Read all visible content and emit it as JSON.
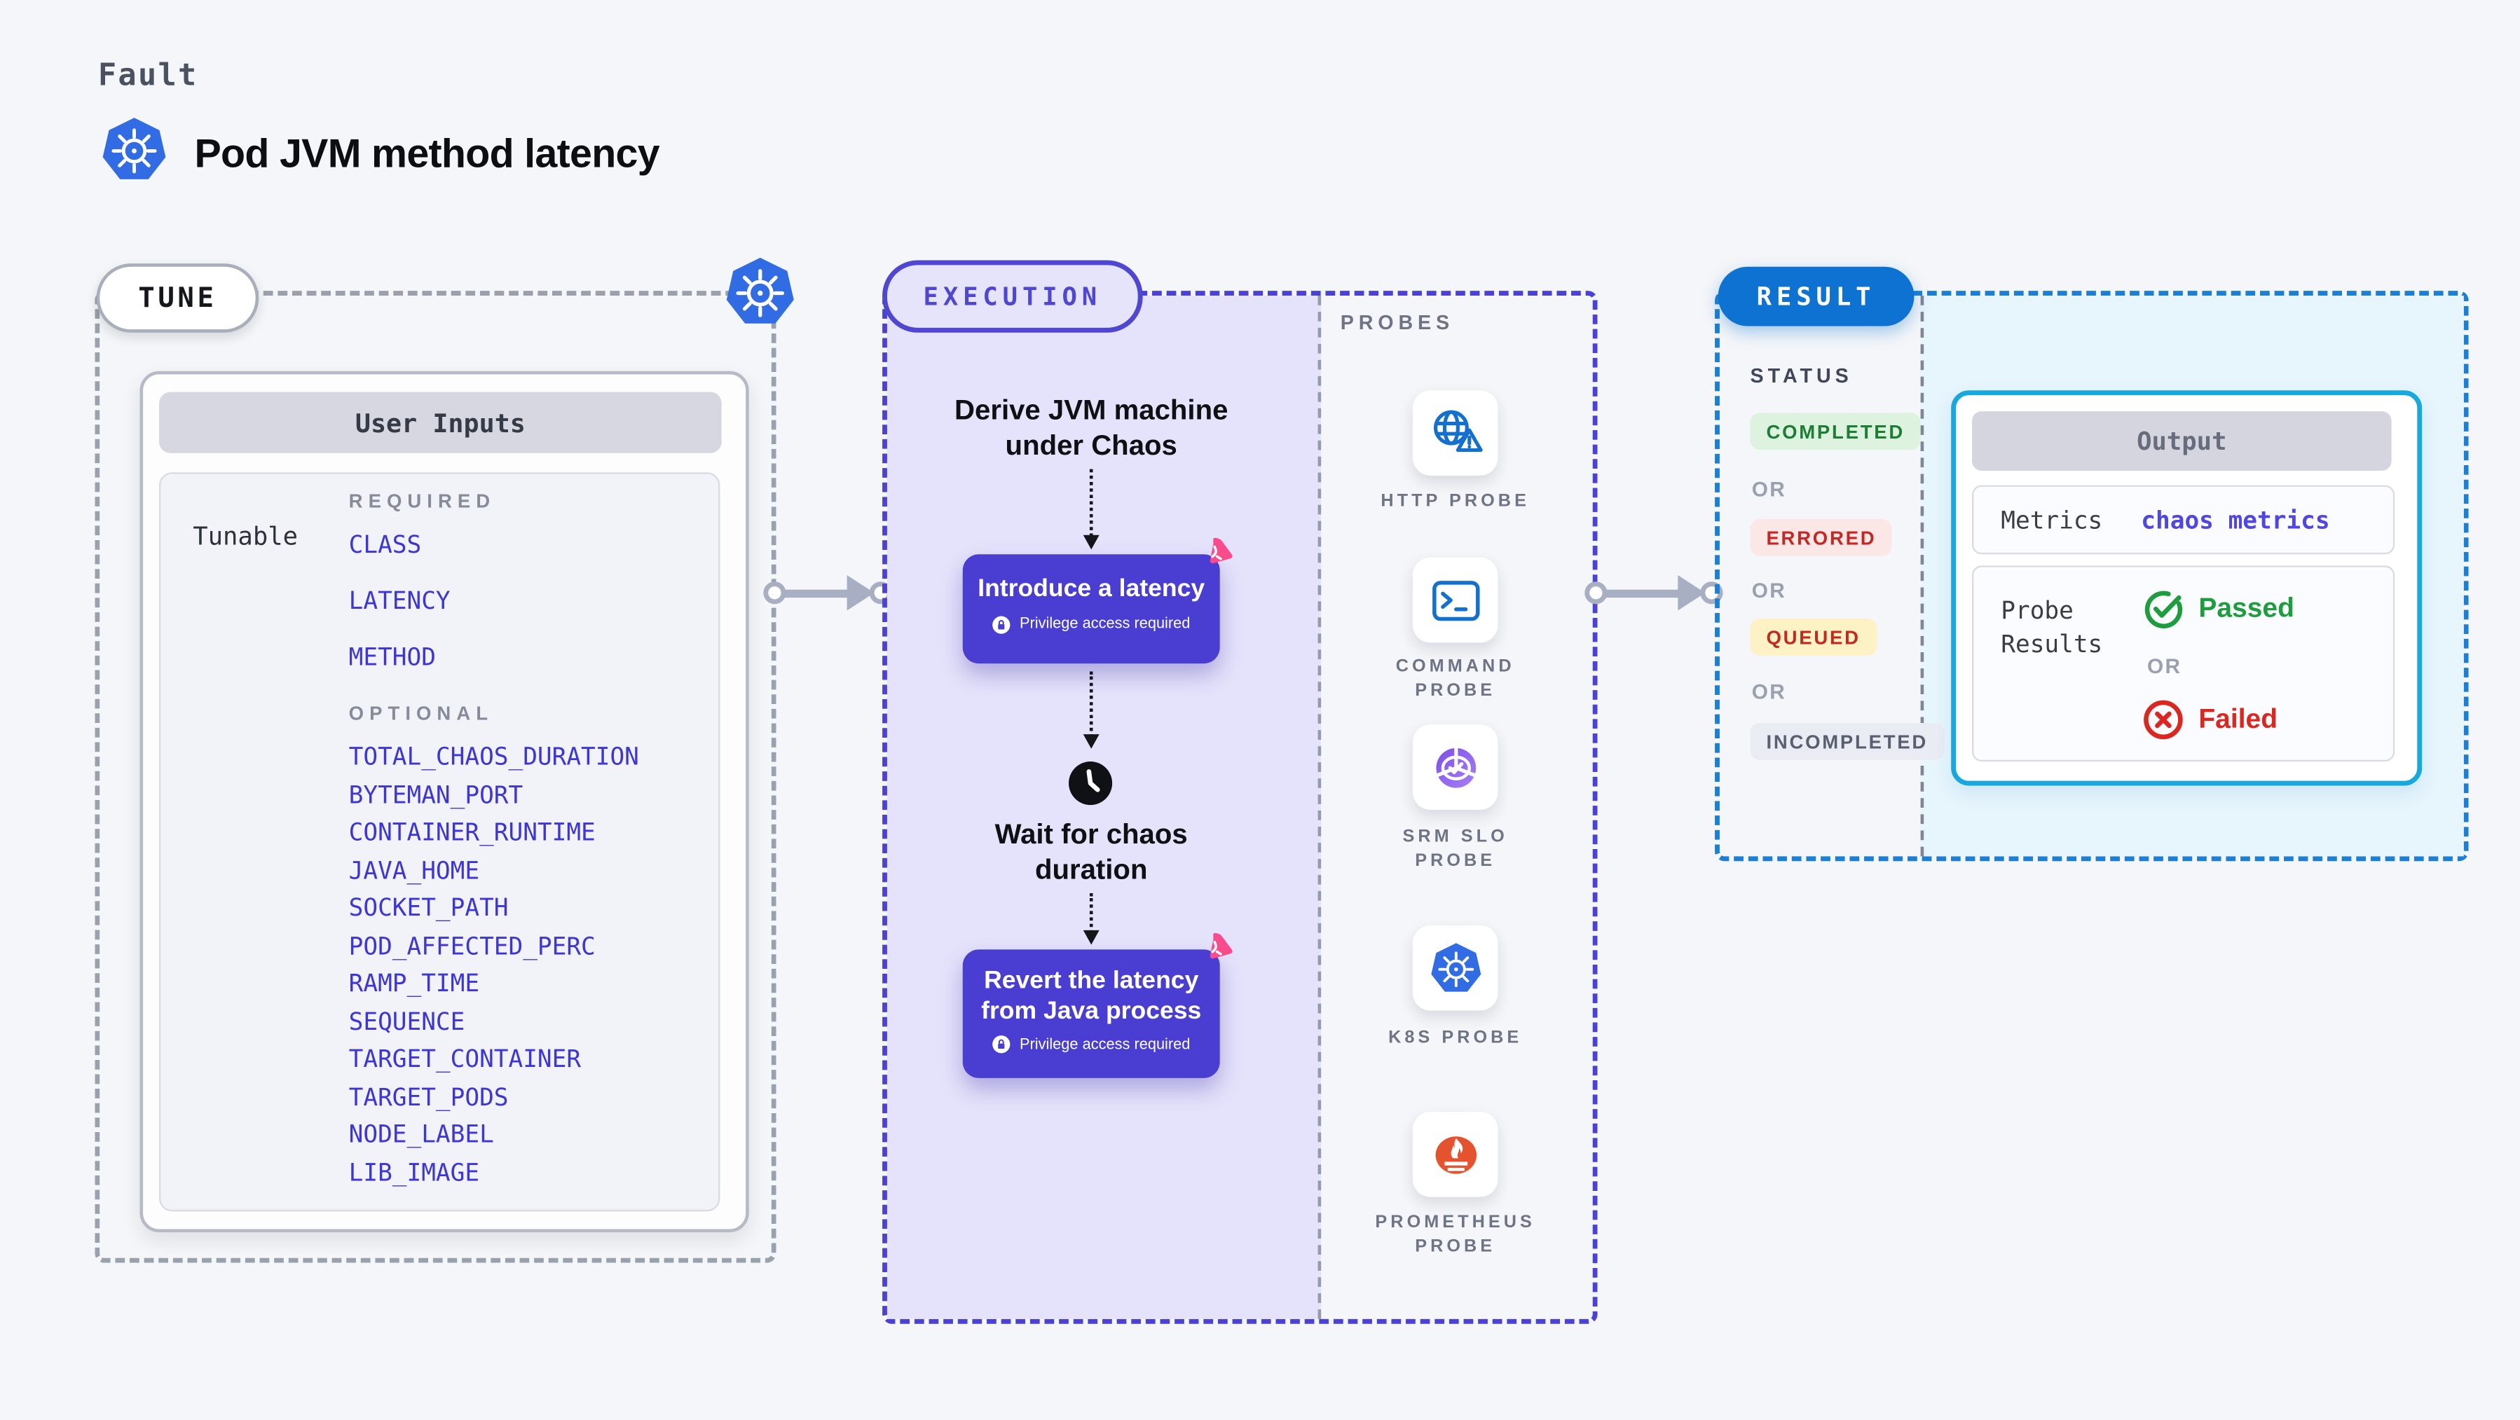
{
  "header": {
    "eyebrow": "Fault",
    "title": "Pod JVM method latency"
  },
  "tune": {
    "badge": "TUNE",
    "card_title": "User Inputs",
    "row_label": "Tunable",
    "required_label": "REQUIRED",
    "required": [
      "CLASS",
      "LATENCY",
      "METHOD"
    ],
    "optional_label": "OPTIONAL",
    "optional": [
      "TOTAL_CHAOS_DURATION",
      "BYTEMAN_PORT",
      "CONTAINER_RUNTIME",
      "JAVA_HOME",
      "SOCKET_PATH",
      "POD_AFFECTED_PERC",
      "RAMP_TIME",
      "SEQUENCE",
      "TARGET_CONTAINER",
      "TARGET_PODS",
      "NODE_LABEL",
      "LIB_IMAGE"
    ]
  },
  "execution": {
    "badge": "EXECUTION",
    "derive_step": "Derive JVM machine under Chaos",
    "introduce_node": {
      "title": "Introduce a latency",
      "note": "Privilege access required"
    },
    "wait_step": "Wait for chaos duration",
    "revert_node": {
      "title": "Revert the latency from Java process",
      "note": "Privilege access required"
    }
  },
  "probes": {
    "label": "PROBES",
    "items": [
      {
        "name": "HTTP PROBE",
        "icon": "http-globe-alert-icon"
      },
      {
        "name": "COMMAND PROBE",
        "icon": "terminal-icon"
      },
      {
        "name": "SRM SLO PROBE",
        "icon": "slo-pie-check-icon"
      },
      {
        "name": "K8S PROBE",
        "icon": "kubernetes-icon"
      },
      {
        "name": "PROMETHEUS PROBE",
        "icon": "prometheus-flame-icon"
      }
    ]
  },
  "result": {
    "badge": "RESULT",
    "status_label": "STATUS",
    "or_label": "OR",
    "statuses": [
      {
        "label": "COMPLETED",
        "fg": "#1c7f35",
        "bg": "#def3df"
      },
      {
        "label": "ERRORED",
        "fg": "#c42824",
        "bg": "#fbe7e6"
      },
      {
        "label": "QUEUED",
        "fg": "#c02a1f",
        "bg": "#fdf1c6"
      },
      {
        "label": "INCOMPLETED",
        "fg": "#595f70",
        "bg": "#eaecf4"
      }
    ],
    "output": {
      "title": "Output",
      "metrics_label": "Metrics",
      "metrics_value": "chaos metrics",
      "probe_results_label": "Probe Results",
      "passed_label": "Passed",
      "failed_label": "Failed"
    }
  },
  "icons": {
    "brand": "kubernetes-icon",
    "tune_corner": "kubernetes-icon",
    "node_badge": "chaos-spark-icon",
    "node_note": "lock-icon",
    "wait": "clock-icon",
    "passed": "check-circle-icon",
    "failed": "x-circle-icon"
  },
  "colors": {
    "page_bg": "#f4f6f9",
    "accent_indigo": "#4a3ed2",
    "execution_fill": "#e5e3fb",
    "execution_dash": "#4a42d8",
    "tune_dash": "#9aa1ac",
    "result_dash": "#1b7fd6",
    "result_pill": "#0d72d2",
    "result_fill": "#e7f5fc",
    "output_border": "#17a8dd",
    "kubernetes_blue": "#326ce5",
    "probe_blue": "#1470cf",
    "srm_purple": "#8a5cf0",
    "prometheus_orange": "#e5522e",
    "chaos_pink": "#fa4b8d",
    "passed_green": "#1d9d3d",
    "failed_red": "#dc2720",
    "param_link": "#3e35d6"
  }
}
